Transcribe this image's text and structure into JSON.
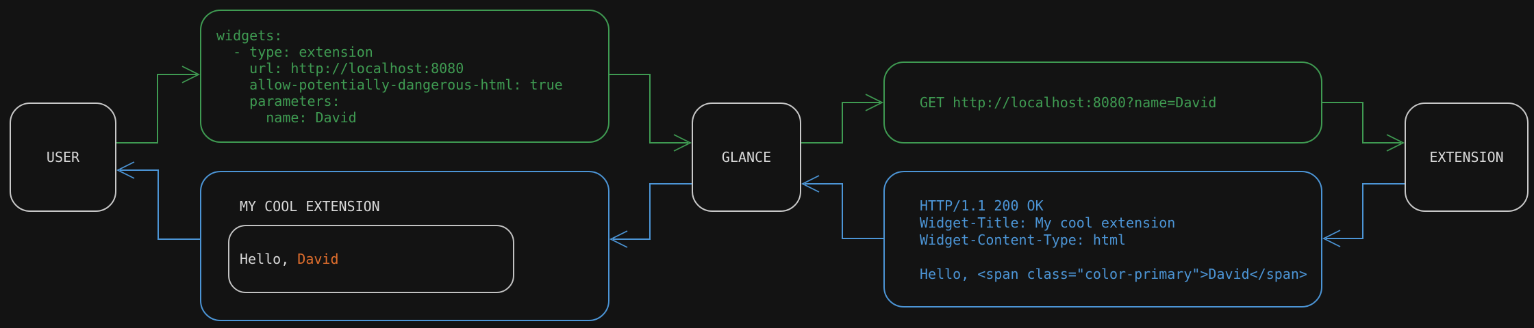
{
  "colors": {
    "background": "#131313",
    "green": "#3F9B52",
    "blue": "#4C95D6",
    "orange": "#E06E2D",
    "node_border": "#C9C9C9",
    "inner_border": "#C2C2C2",
    "text_light": "#D9D9D9"
  },
  "nodes": {
    "user": {
      "label": "USER"
    },
    "glance": {
      "label": "GLANCE"
    },
    "extension": {
      "label": "EXTENSION"
    }
  },
  "messages": {
    "config": {
      "lines": [
        "widgets:",
        "  - type: extension",
        "    url: http://localhost:8080",
        "    allow-potentially-dangerous-html: true",
        "    parameters:",
        "      name: David"
      ]
    },
    "request": {
      "text": "GET http://localhost:8080?name=David"
    },
    "response": {
      "lines": [
        "HTTP/1.1 200 OK",
        "Widget-Title: My cool extension",
        "Widget-Content-Type: html",
        "",
        "Hello, <span class=\"color-primary\">David</span>"
      ]
    },
    "widget_preview": {
      "title": "MY COOL EXTENSION",
      "greeting_prefix": "Hello, ",
      "greeting_name": "David"
    }
  }
}
